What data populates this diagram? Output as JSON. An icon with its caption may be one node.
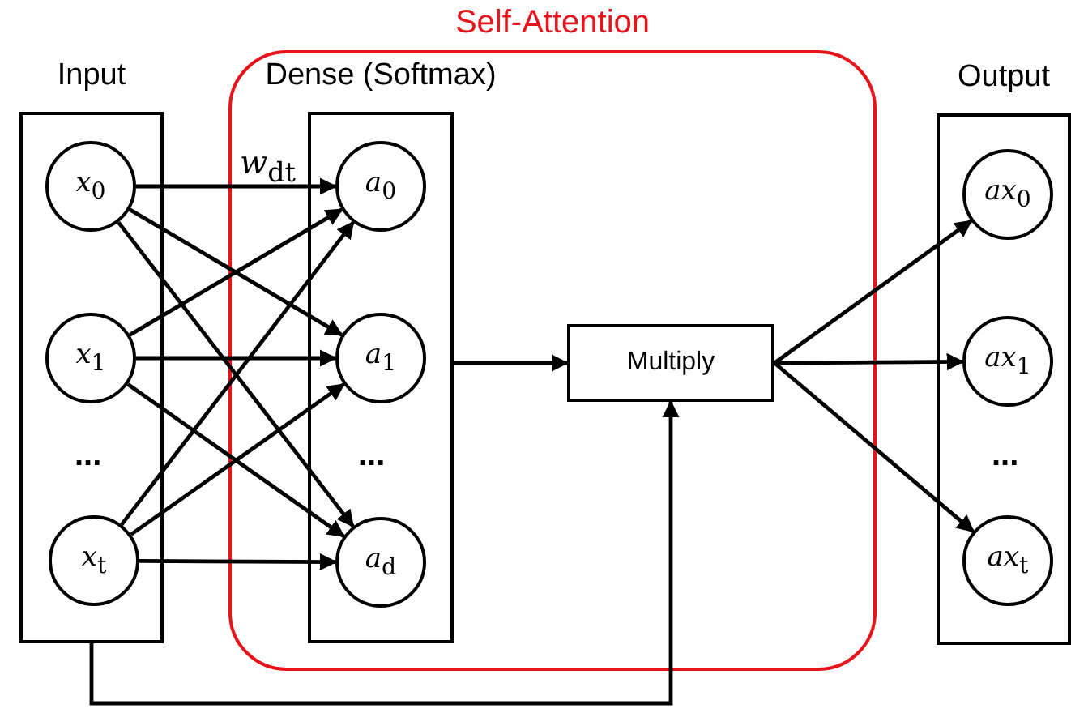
{
  "diagram": {
    "nodes": [
      {
        "text": [
          "Self-Attention"
        ]
      },
      {
        "text": [
          "Input"
        ]
      },
      {
        "text": [
          "*x*$_{0}$"
        ],
        "in": 1
      },
      {
        "text": [
          "*x*$_{1}$"
        ],
        "in": 1
      },
      {
        "text": [
          "*x*$_{t}$"
        ],
        "in": 1
      },
      {
        "text": [
          "Dense (Softmax)"
        ],
        "in": 0
      },
      {
        "text": [
          "*a*$_{0}$"
        ],
        "in": 5
      },
      {
        "text": [
          "*a*$_{1}$"
        ],
        "in": 5
      },
      {
        "text": [
          "*a*$_{d}$"
        ],
        "in": 5
      },
      {
        "text": [
          "Multiply"
        ],
        "in": 0
      },
      {
        "text": [
          "Output"
        ]
      },
      {
        "text": [
          "*ax*$_{0}$"
        ],
        "in": 10
      },
      {
        "text": [
          "*ax*$_{1}$"
        ],
        "in": 10
      },
      {
        "text": [
          "*ax*$_{t}$"
        ],
        "in": 10
      }
    ],
    "edges": [
      {
        "from": 2,
        "to": 6,
        "arrow": "to"
      },
      {
        "from": 2,
        "to": 7,
        "arrow": "to"
      },
      {
        "from": 2,
        "to": 8,
        "arrow": "to"
      },
      {
        "from": 3,
        "to": 6,
        "arrow": "to"
      },
      {
        "from": 3,
        "to": 7,
        "arrow": "to"
      },
      {
        "from": 3,
        "to": 8,
        "arrow": "to"
      },
      {
        "from": 4,
        "to": 6,
        "arrow": "to"
      },
      {
        "from": 4,
        "to": 7,
        "arrow": "to"
      },
      {
        "from": 4,
        "to": 8,
        "arrow": "to"
      },
      {
        "from": 5,
        "to": 9,
        "arrow": "to"
      },
      {
        "from": 1,
        "to": 9,
        "arrow": "to"
      },
      {
        "from": 9,
        "to": 11,
        "arrow": "to"
      },
      {
        "from": 9,
        "to": 12,
        "arrow": "to"
      },
      {
        "from": 9,
        "to": 13,
        "arrow": "to"
      }
    ],
    "labels": [
      "*w*$_{dt}$",
      "...",
      "...",
      "..."
    ]
  }
}
